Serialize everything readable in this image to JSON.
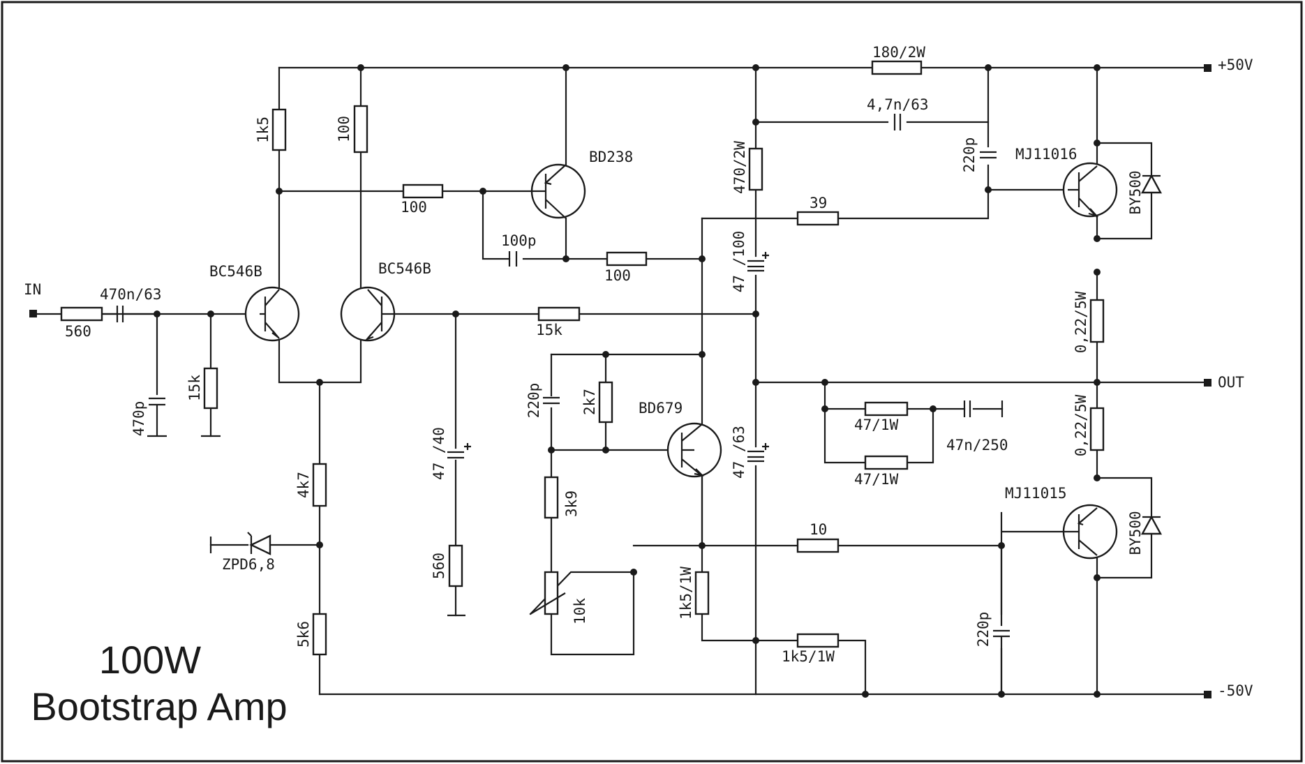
{
  "title": {
    "line1": "100W",
    "line2": "Bootstrap Amp"
  },
  "rails": {
    "pos": "+50V",
    "neg": "-50V",
    "input": "IN",
    "output": "OUT"
  },
  "transistors": {
    "q_in_left": "BC546B",
    "q_in_right": "BC546B",
    "q_driver_p": "BD238",
    "q_vas": "BD679",
    "q_out_top": "MJ11016",
    "q_out_bottom": "MJ11015"
  },
  "diodes": {
    "zener": "ZPD6,8",
    "d_top": "BY500",
    "d_bottom": "BY500"
  },
  "resistors": {
    "r_in": "560",
    "r_bias_15k": "15k",
    "r_1k5": "1k5",
    "r_100_top": "100",
    "r_100_base": "100",
    "r_100_mid": "100",
    "r_4k7": "4k7",
    "r_5k6": "5k6",
    "r_fb_15k": "15k",
    "r_fb_560": "560",
    "r_2k7": "2k7",
    "r_3k9": "3k9",
    "r_pot_10k": "10k",
    "r_1k5_1w_v": "1k5/1W",
    "r_1k5_1w_h": "1k5/1W",
    "r_180_2w": "180/2W",
    "r_470_2w": "470/2W",
    "r_39": "39",
    "r_10": "10",
    "r_emit_top": "0,22/5W",
    "r_emit_bot": "0,22/5W",
    "r_zobel_1": "47/1W",
    "r_zobel_2": "47/1W"
  },
  "capacitors": {
    "c_in": "470n/63",
    "c_470p": "470p",
    "c_100p": "100p",
    "c_fb": "47 /40",
    "c_220p_vas": "220p",
    "c_boot": "47 /100",
    "c_47_63": "47 /63",
    "c_4n7": "4,7n/63",
    "c_220p_top": "220p",
    "c_220p_bot": "220p",
    "c_zobel": "47n/250"
  }
}
